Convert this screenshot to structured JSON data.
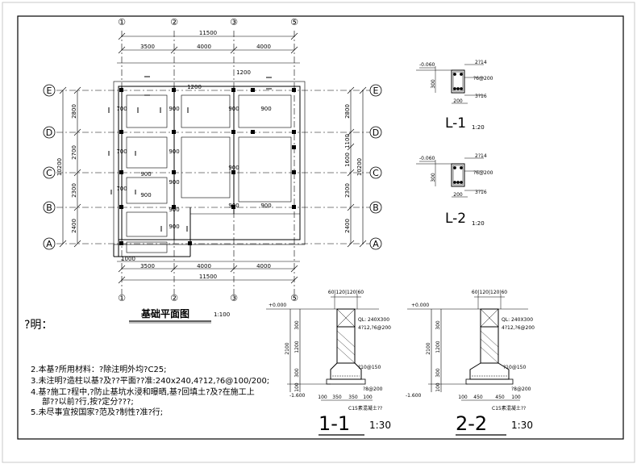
{
  "drawing": {
    "axes_top": [
      "①",
      "②",
      "③",
      "⑤"
    ],
    "axes_bottom": [
      "①",
      "②",
      "③",
      "⑤"
    ],
    "axes_rows": [
      "E",
      "D",
      "C",
      "B",
      "A"
    ],
    "overall_width": "11500",
    "bay_widths": [
      "3500",
      "4000",
      "4000"
    ],
    "bay_widths_bottom": [
      "3500",
      "4000",
      "4000"
    ],
    "left_dims": [
      "2800",
      "2700",
      "2300",
      "2400"
    ],
    "left_total": "10200",
    "right_dims": [
      "2800",
      "1100",
      "1600",
      "2300",
      "2400"
    ],
    "right_total": "10200",
    "dim_1200": "1200",
    "dim_1000": "1000",
    "footing_labels": [
      "700",
      "900",
      "900",
      "700",
      "900",
      "900",
      "900",
      "1200",
      "900",
      "900",
      "900",
      "900",
      "700",
      "900",
      "900",
      "900"
    ],
    "plan_title": "基础平面图",
    "plan_scale": "1:100",
    "note_title": "?明：",
    "notes": [
      "2.本基?所用材料：?除注明外均?C25;",
      "3.未注明?造柱以基?及??平面??准:240x240,4?12,?6@100/200;",
      "4.基?施工?程中,?防止基坑水浸和曝晒,基?回填土?及?在施工上",
      "部??以前?行,按?定分???;",
      "5.未尽事宜按国家?范及?制性?准?行;"
    ]
  },
  "beam_l1": {
    "level": "-0.060",
    "top_bar": "2?14",
    "stirrup": "?6@200",
    "bottom_bar": "3?16",
    "height": "300",
    "width": "200",
    "title": "L-1",
    "scale": "1:20"
  },
  "beam_l2": {
    "level": "-0.060",
    "top_bar": "2?14",
    "stirrup": "?6@200",
    "bottom_bar": "3?16",
    "height": "300",
    "width": "200",
    "title": "L-2",
    "scale": "1:20"
  },
  "section_11": {
    "level_top": "+0.000",
    "level_bot": "-1.600",
    "top_dims": "60|120|120|60",
    "beam_label": "QL: 240X300",
    "beam_bar": "4?12,?6@200",
    "rebar1": "?10@150",
    "rebar2": "?8@200",
    "vert_dims": [
      "300",
      "1200",
      "2100",
      "300",
      "100"
    ],
    "bot_dims": [
      "100",
      "350",
      "350",
      "100"
    ],
    "pad_label": "C15素混凝土??",
    "title": "1-1",
    "scale": "1:30"
  },
  "section_22": {
    "level_top": "+0.000",
    "level_bot": "-1.600",
    "top_dims": "60|120|120|60",
    "beam_label": "QL: 240X300",
    "beam_bar": "4?12,?6@200",
    "rebar1": "?10@150",
    "rebar2": "?8@200",
    "vert_dims": [
      "300",
      "1200",
      "2100",
      "300",
      "100"
    ],
    "bot_dims": [
      "100",
      "450",
      "450",
      "100"
    ],
    "pad_label": "C15素混凝土??",
    "title": "2-2",
    "scale": "1:30"
  }
}
